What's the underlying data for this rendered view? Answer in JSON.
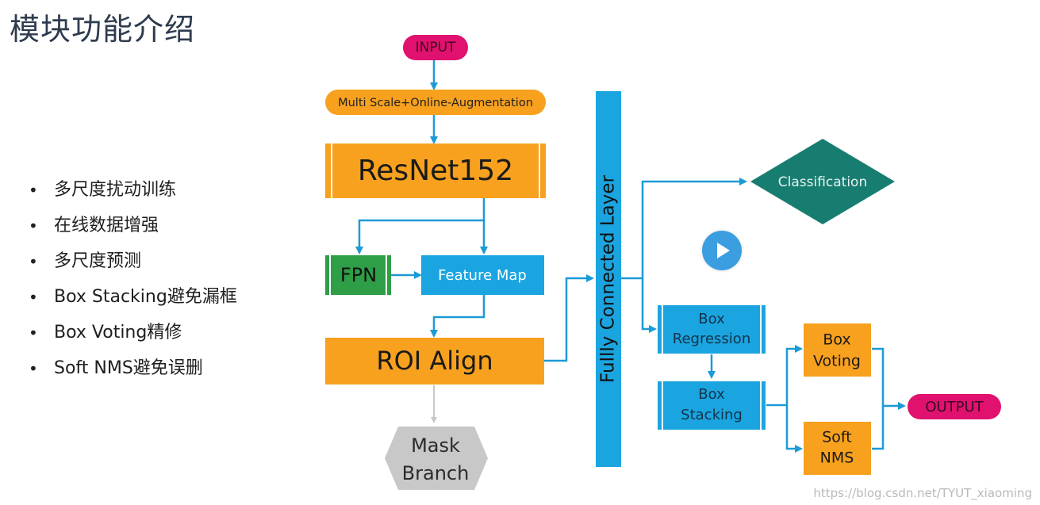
{
  "title": "模块功能介绍",
  "features": [
    "多尺度扰动训练",
    "在线数据增强",
    "多尺度预测",
    "Box Stacking避免漏框",
    "Box Voting精修",
    "Soft NMS避免误删"
  ],
  "nodes": {
    "input": "INPUT",
    "augment": "Multi Scale+Online-Augmentation",
    "resnet": "ResNet152",
    "fpn": "FPN",
    "feature_map": "Feature Map",
    "roi_align": "ROI Align",
    "mask_line1": "Mask",
    "mask_line2": "Branch",
    "fc_layer": "Fullly Connected Layer",
    "classification": "Classification",
    "box_reg_line1": "Box",
    "box_reg_line2": "Regression",
    "box_stack_line1": "Box",
    "box_stack_line2": "Stacking",
    "box_vote_line1": "Box",
    "box_vote_line2": "Voting",
    "soft_nms_line1": "Soft",
    "soft_nms_line2": "NMS",
    "output": "OUTPUT"
  },
  "colors": {
    "magenta": "#e0116f",
    "orange": "#f7a11e",
    "green": "#2e9e47",
    "blue": "#1aa5e0",
    "teal": "#177d70",
    "gray": "#c8c8c8",
    "arrow": "#1c9ad6"
  },
  "watermark": "https://blog.csdn.net/TYUT_xiaoming",
  "play_icon": "play-button-icon"
}
